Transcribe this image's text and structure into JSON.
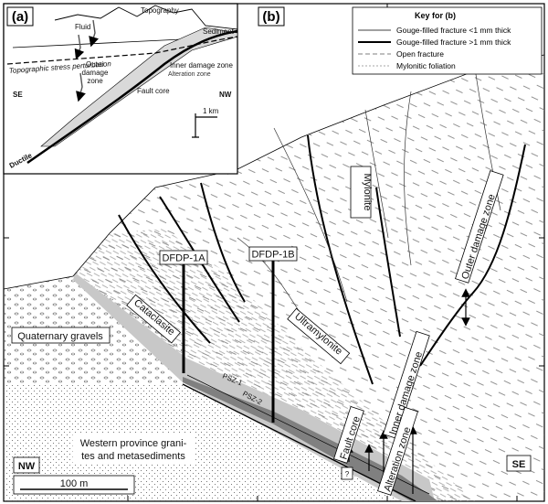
{
  "panel_a": {
    "label": "(a)",
    "fluid": "Fluid",
    "topography": "Topography",
    "sediment": "Sediment",
    "stress": "Topographic stress perturbation",
    "outer_damage_zone": [
      "Outer",
      "damage",
      "zone"
    ],
    "inner_damage_zone": "Inner damage zone",
    "alteration_zone": "Alteration zone",
    "fault_core": "Fault core",
    "se": "SE",
    "nw": "NW",
    "scale": "1 km",
    "ductile": "Ductile"
  },
  "panel_b": {
    "label": "(b)",
    "mylonite": "Mylonite",
    "ultramylonite": "Ultramylonite",
    "cataclasite": "Cataclasite",
    "quaternary_gravels": "Quaternary gravels",
    "dfdp_1a": "DFDP-1A",
    "dfdp_1b": "DFDP-1B",
    "psz_1": "PSZ-1",
    "psz_2": "PSZ-2",
    "outer_damage_zone": "Outer damage zone",
    "inner_damage_zone": "Inner damage zone",
    "alteration_zone": "Alteration zone",
    "fault_core": "Fault core",
    "question": "?",
    "western_province": [
      "Western province grani-",
      "tes and metasediments"
    ],
    "nw": "NW",
    "se": "SE",
    "scale": "100 m"
  },
  "key": {
    "title": "Key for (b)",
    "items": [
      "Gouge-filled fracture <1 mm thick",
      "Gouge-filled fracture >1 mm thick",
      "Open fracture",
      "Mylonitic foliation"
    ]
  }
}
